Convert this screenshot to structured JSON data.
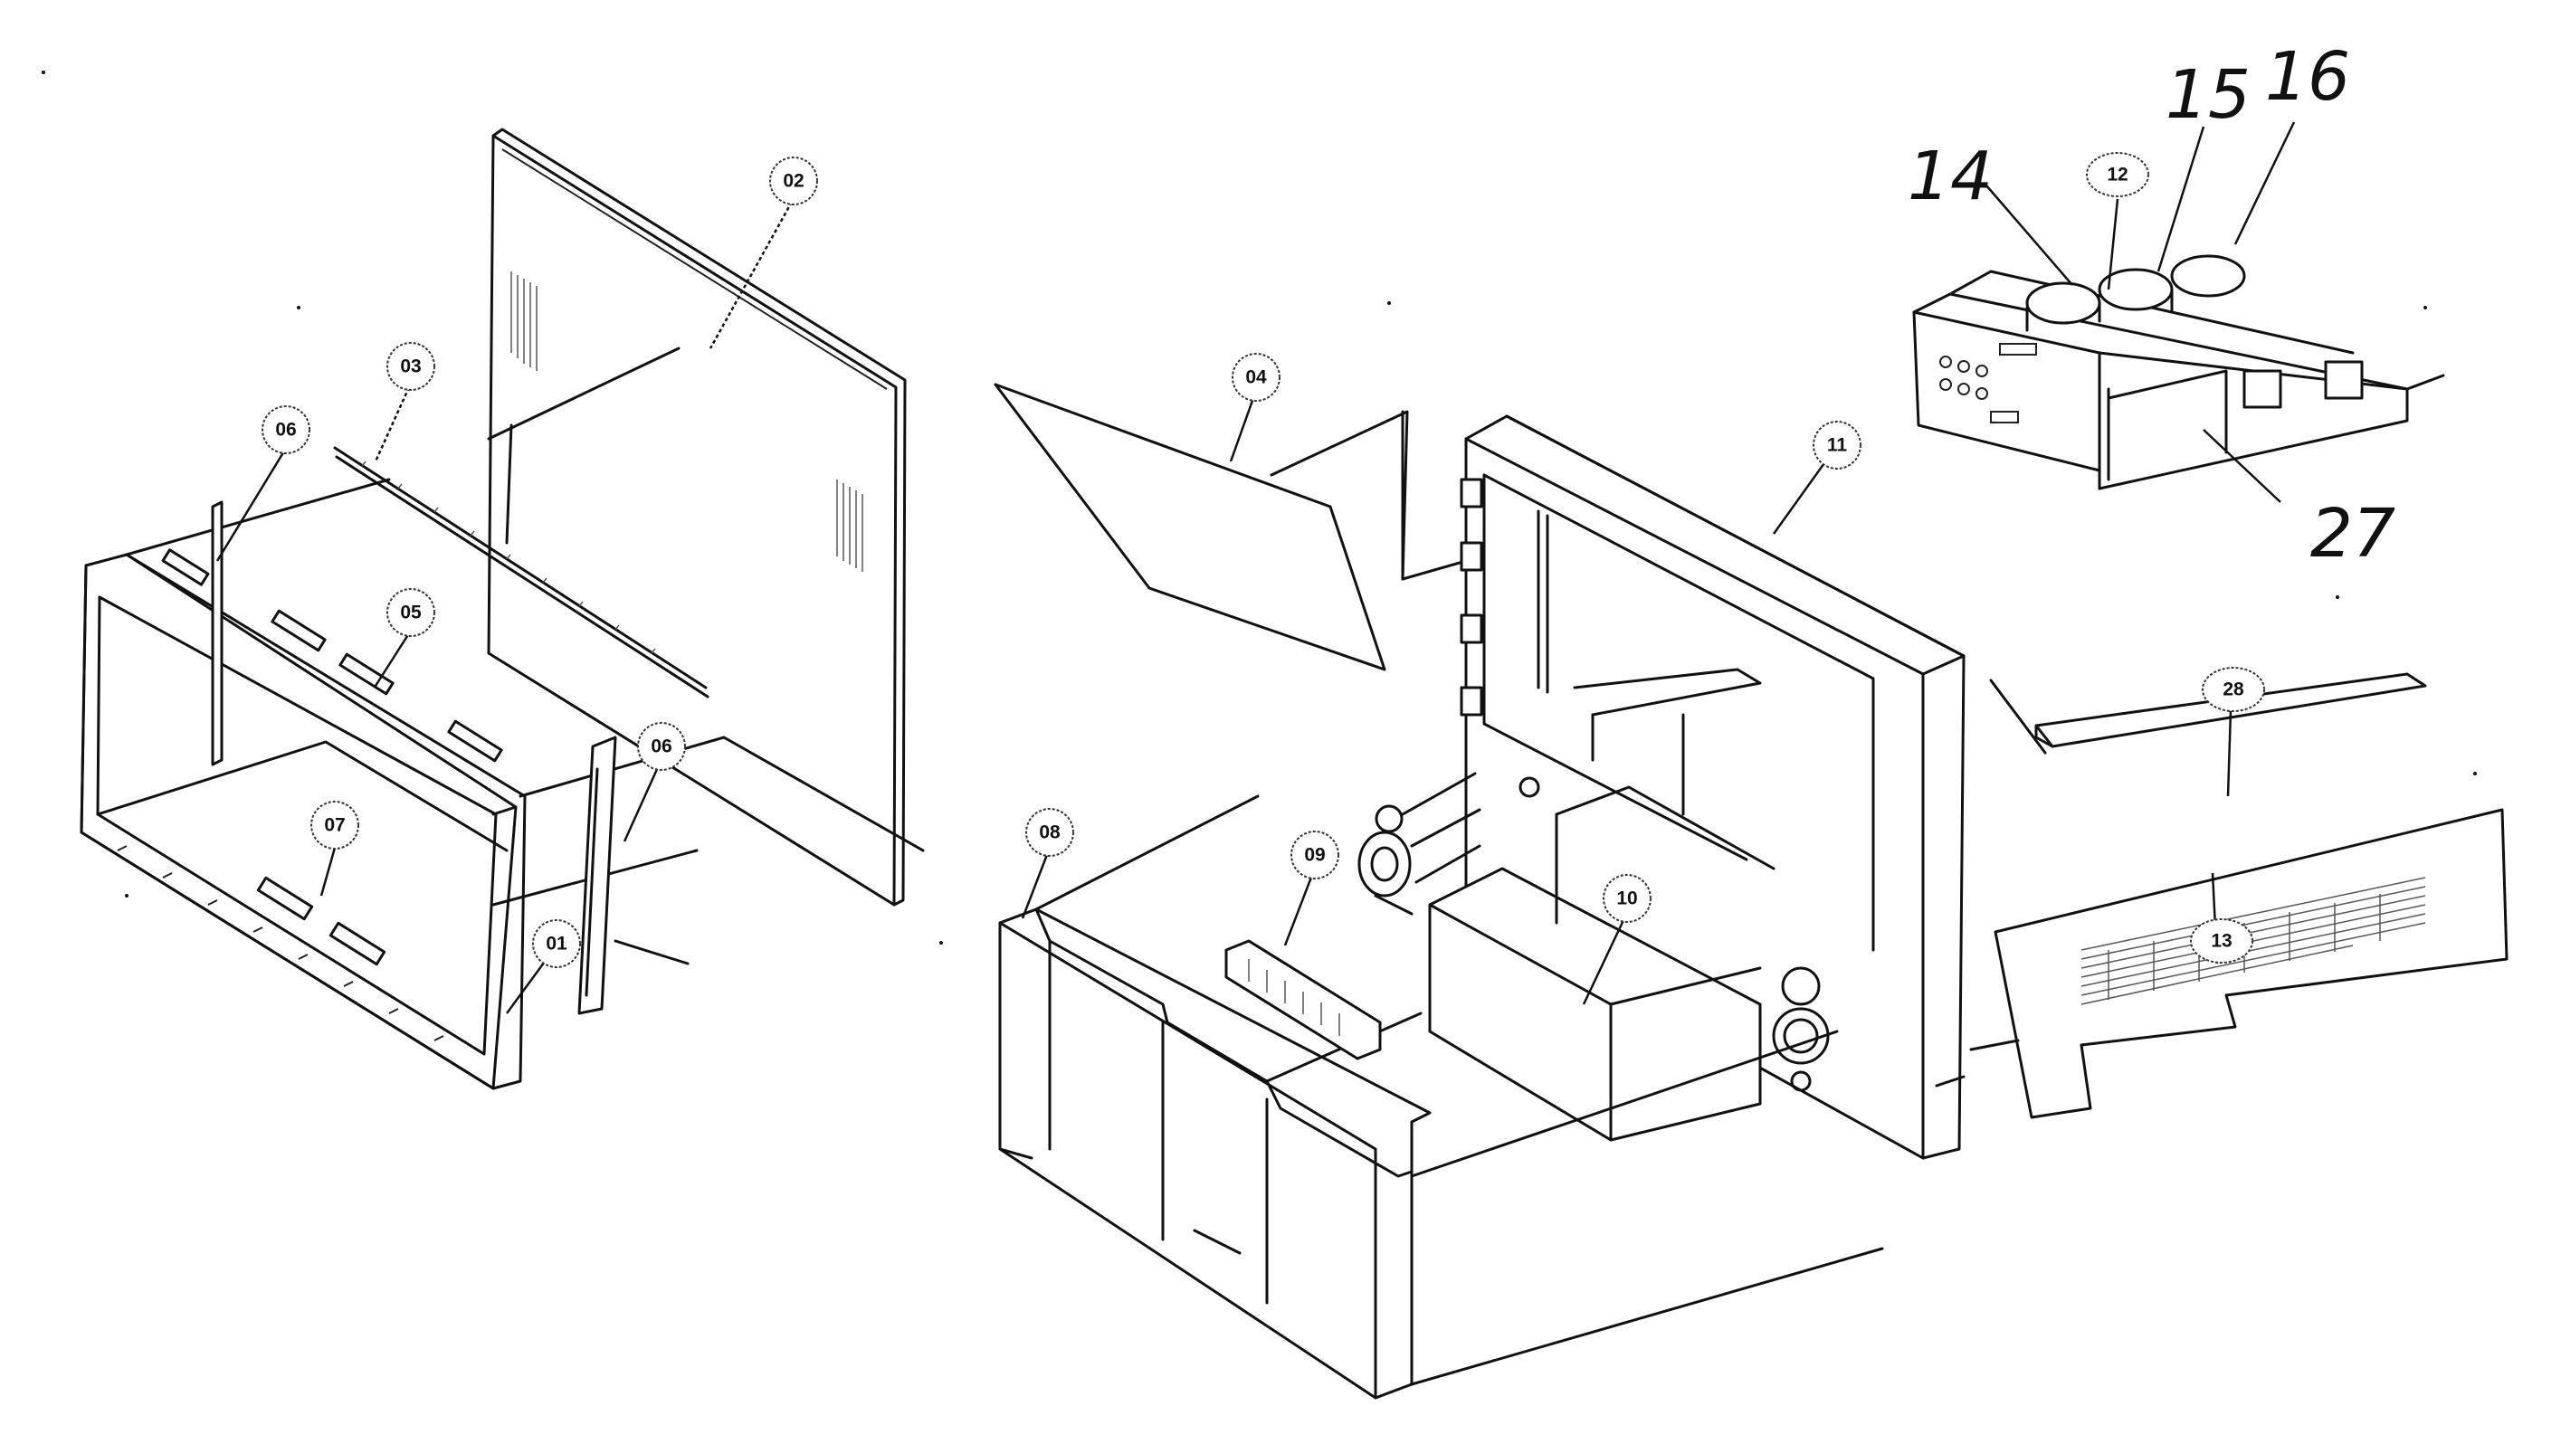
{
  "callouts": [
    {
      "id": "c01",
      "label": "01"
    },
    {
      "id": "c02",
      "label": "02"
    },
    {
      "id": "c03",
      "label": "03"
    },
    {
      "id": "c04",
      "label": "04"
    },
    {
      "id": "c05",
      "label": "05"
    },
    {
      "id": "c06a",
      "label": "06"
    },
    {
      "id": "c06b",
      "label": "06"
    },
    {
      "id": "c07",
      "label": "07"
    },
    {
      "id": "c08",
      "label": "08"
    },
    {
      "id": "c09",
      "label": "09"
    },
    {
      "id": "c10",
      "label": "10"
    },
    {
      "id": "c11",
      "label": "11"
    },
    {
      "id": "c12",
      "label": "12"
    },
    {
      "id": "c13",
      "label": "13"
    },
    {
      "id": "c28",
      "label": "28"
    }
  ],
  "handwritten": [
    {
      "id": "h14",
      "label": "14"
    },
    {
      "id": "h15",
      "label": "15"
    },
    {
      "id": "h16",
      "label": "16"
    },
    {
      "id": "h27",
      "label": "27"
    }
  ]
}
